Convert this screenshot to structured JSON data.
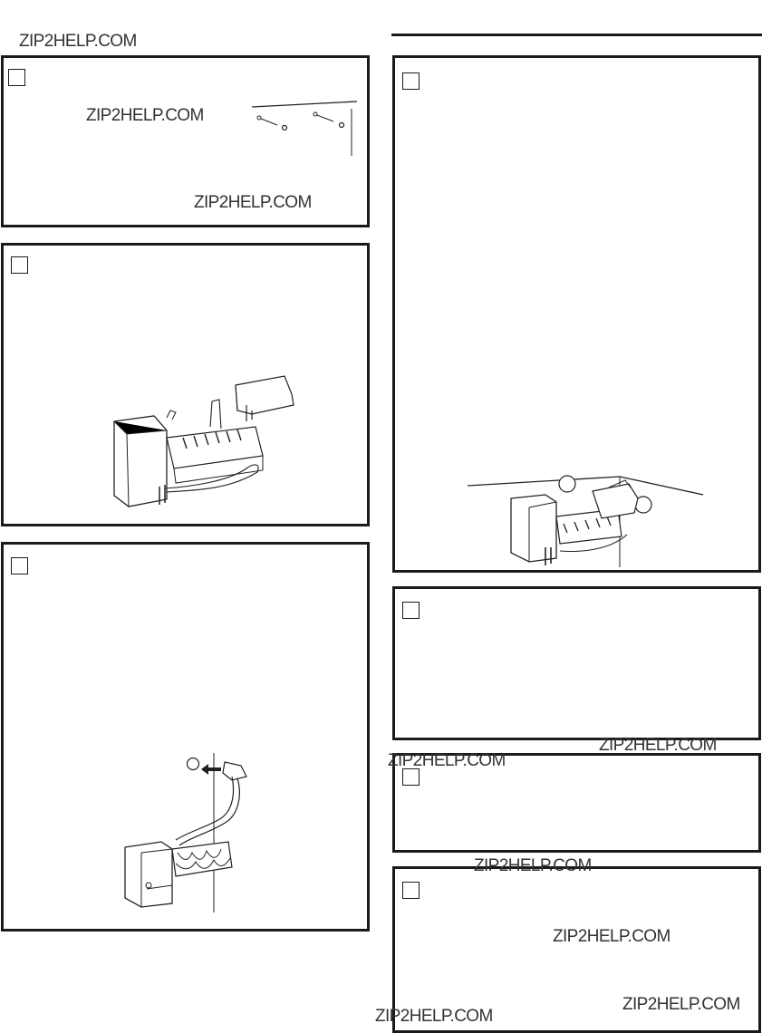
{
  "watermarks": {
    "top_left": "ZIP2HELP.COM",
    "panel1_upper": "ZIP2HELP.COM",
    "panel1_lower": "ZIP2HELP.COM",
    "mid_right_upper": "ZIP2HELP.COM",
    "mid_center": "ZIP2HELP.COM",
    "mid_lower": "ZIP2HELP.COM",
    "bottom_upper": "ZIP2HELP.COM",
    "bottom_right": "ZIP2HELP.COM",
    "bottom_center": "ZIP2HELP.COM"
  },
  "illustrations": {
    "panel1": "bracket-screws",
    "panel2": "icemaker-with-fill-cup",
    "panel3": "icemaker-wiring-plug",
    "panel4": "icemaker-installed"
  }
}
